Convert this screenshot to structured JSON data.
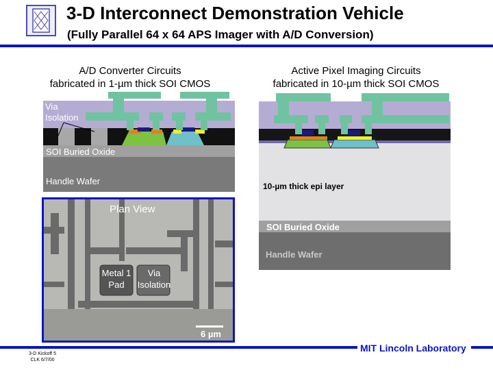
{
  "header": {
    "title": "3-D Interconnect Demonstration Vehicle",
    "subtitle": "(Fully Parallel 64 x 64 APS Imager with A/D Conversion)",
    "logo": "mit-ll-logo"
  },
  "left_panel": {
    "caption_line1": "A/D Converter Circuits",
    "caption_line2": "fabricated in 1-µm thick SOI CMOS",
    "via_label_line1": "Via",
    "via_label_line2": "Isolation",
    "oxide_label": "SOI Buried Oxide",
    "handle_label": "Handle Wafer"
  },
  "right_panel": {
    "caption_line1": "Active Pixel Imaging Circuits",
    "caption_line2": "fabricated in 10-µm thick SOI CMOS",
    "epi_label": "10-µm thick epi layer",
    "oxide_label": "SOI Buried Oxide",
    "handle_label": "Handle Wafer"
  },
  "plan_view": {
    "title": "Plan View",
    "pad_label_line1": "Metal 1",
    "pad_label_line2": "Pad",
    "via_label_line1": "Via",
    "via_label_line2": "Isolation",
    "scale": "6 µm"
  },
  "footer": {
    "org": "MIT Lincoln Laboratory",
    "note_line1": "3-D Kickoff 5",
    "note_line2": "CLK 6/7/00"
  },
  "colors": {
    "accent": "#0a14c8",
    "oxide_fill": "#b5acd4",
    "metal": "#6fc3a0",
    "nmos": "#7dc242",
    "pmos": "#6fc0c8"
  }
}
